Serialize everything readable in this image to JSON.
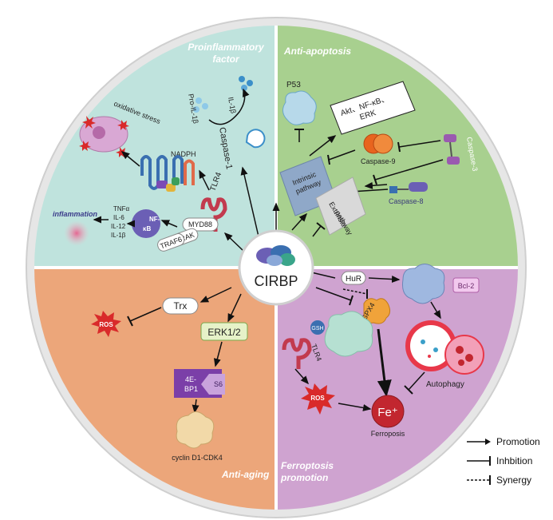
{
  "center": {
    "label": "CIRBP"
  },
  "quadrants": {
    "proinflammatory": {
      "title_line1": "Proinflammatory",
      "title_line2": "factor"
    },
    "anti_apoptosis": {
      "title": "Anti-apoptosis"
    },
    "anti_aging": {
      "title": "Anti-aging"
    },
    "ferroptosis": {
      "title_line1": "Ferroptosis",
      "title_line2": "promotion"
    }
  },
  "proinflammatory_labels": {
    "il1b": "IL-1β",
    "pro_il1b": "Pro-IL-1β",
    "caspase1": "Caspase-1",
    "oxidative_stress": "oxidative stress",
    "nadph": "NADPH",
    "tlr4": "TLR4",
    "myd88": "MYD88",
    "irak": "IRAK",
    "traf6": "TRAF6",
    "nfkb_line1": "NF-",
    "nfkb_line2": "κB",
    "inflammation": "inflammation",
    "cytokines": [
      "TNFα",
      "IL-6",
      "IL-12",
      "IL-1β"
    ]
  },
  "apoptosis_labels": {
    "p53": "P53",
    "akt_line1": "Akt、NF-κB、",
    "akt_line2": "ERK",
    "caspase9": "Caspase-9",
    "caspase3": "Caspase-3",
    "caspase8": "Caspase-8",
    "intrinsic_line1": "Intrinsic",
    "intrinsic_line2": "pathway",
    "extrinsic_line1": "Extrinsic",
    "extrinsic_line2": "pathway"
  },
  "aging_labels": {
    "trx": "Trx",
    "ros": "ROS",
    "erk": "ERK1/2",
    "ebp1_line1": "4E-",
    "ebp1_line2": "BP1",
    "s6": "S6",
    "cyclin": "cyclin D1-CDK4"
  },
  "ferroptosis_labels": {
    "hur": "HuR",
    "bcl2": "Bcl-2",
    "gsh": "GSH",
    "gpx4": "GPX4",
    "tlr4": "TLR4",
    "ros": "ROS",
    "fe": "Fe⁺",
    "ferroposis": "Ferroposis",
    "autophagy": "Autophagy"
  },
  "legend": {
    "promotion": "Promotion",
    "inhibition": "Inhbition",
    "synergy": "Synergy"
  },
  "colors": {
    "teal_quadrant": "#bfe3dd",
    "green_quadrant": "#a8d08f",
    "orange_quadrant": "#eca67a",
    "purple_quadrant": "#cfa3d0",
    "ros_red": "#d92a2a",
    "ring": "#d8d8d8"
  }
}
